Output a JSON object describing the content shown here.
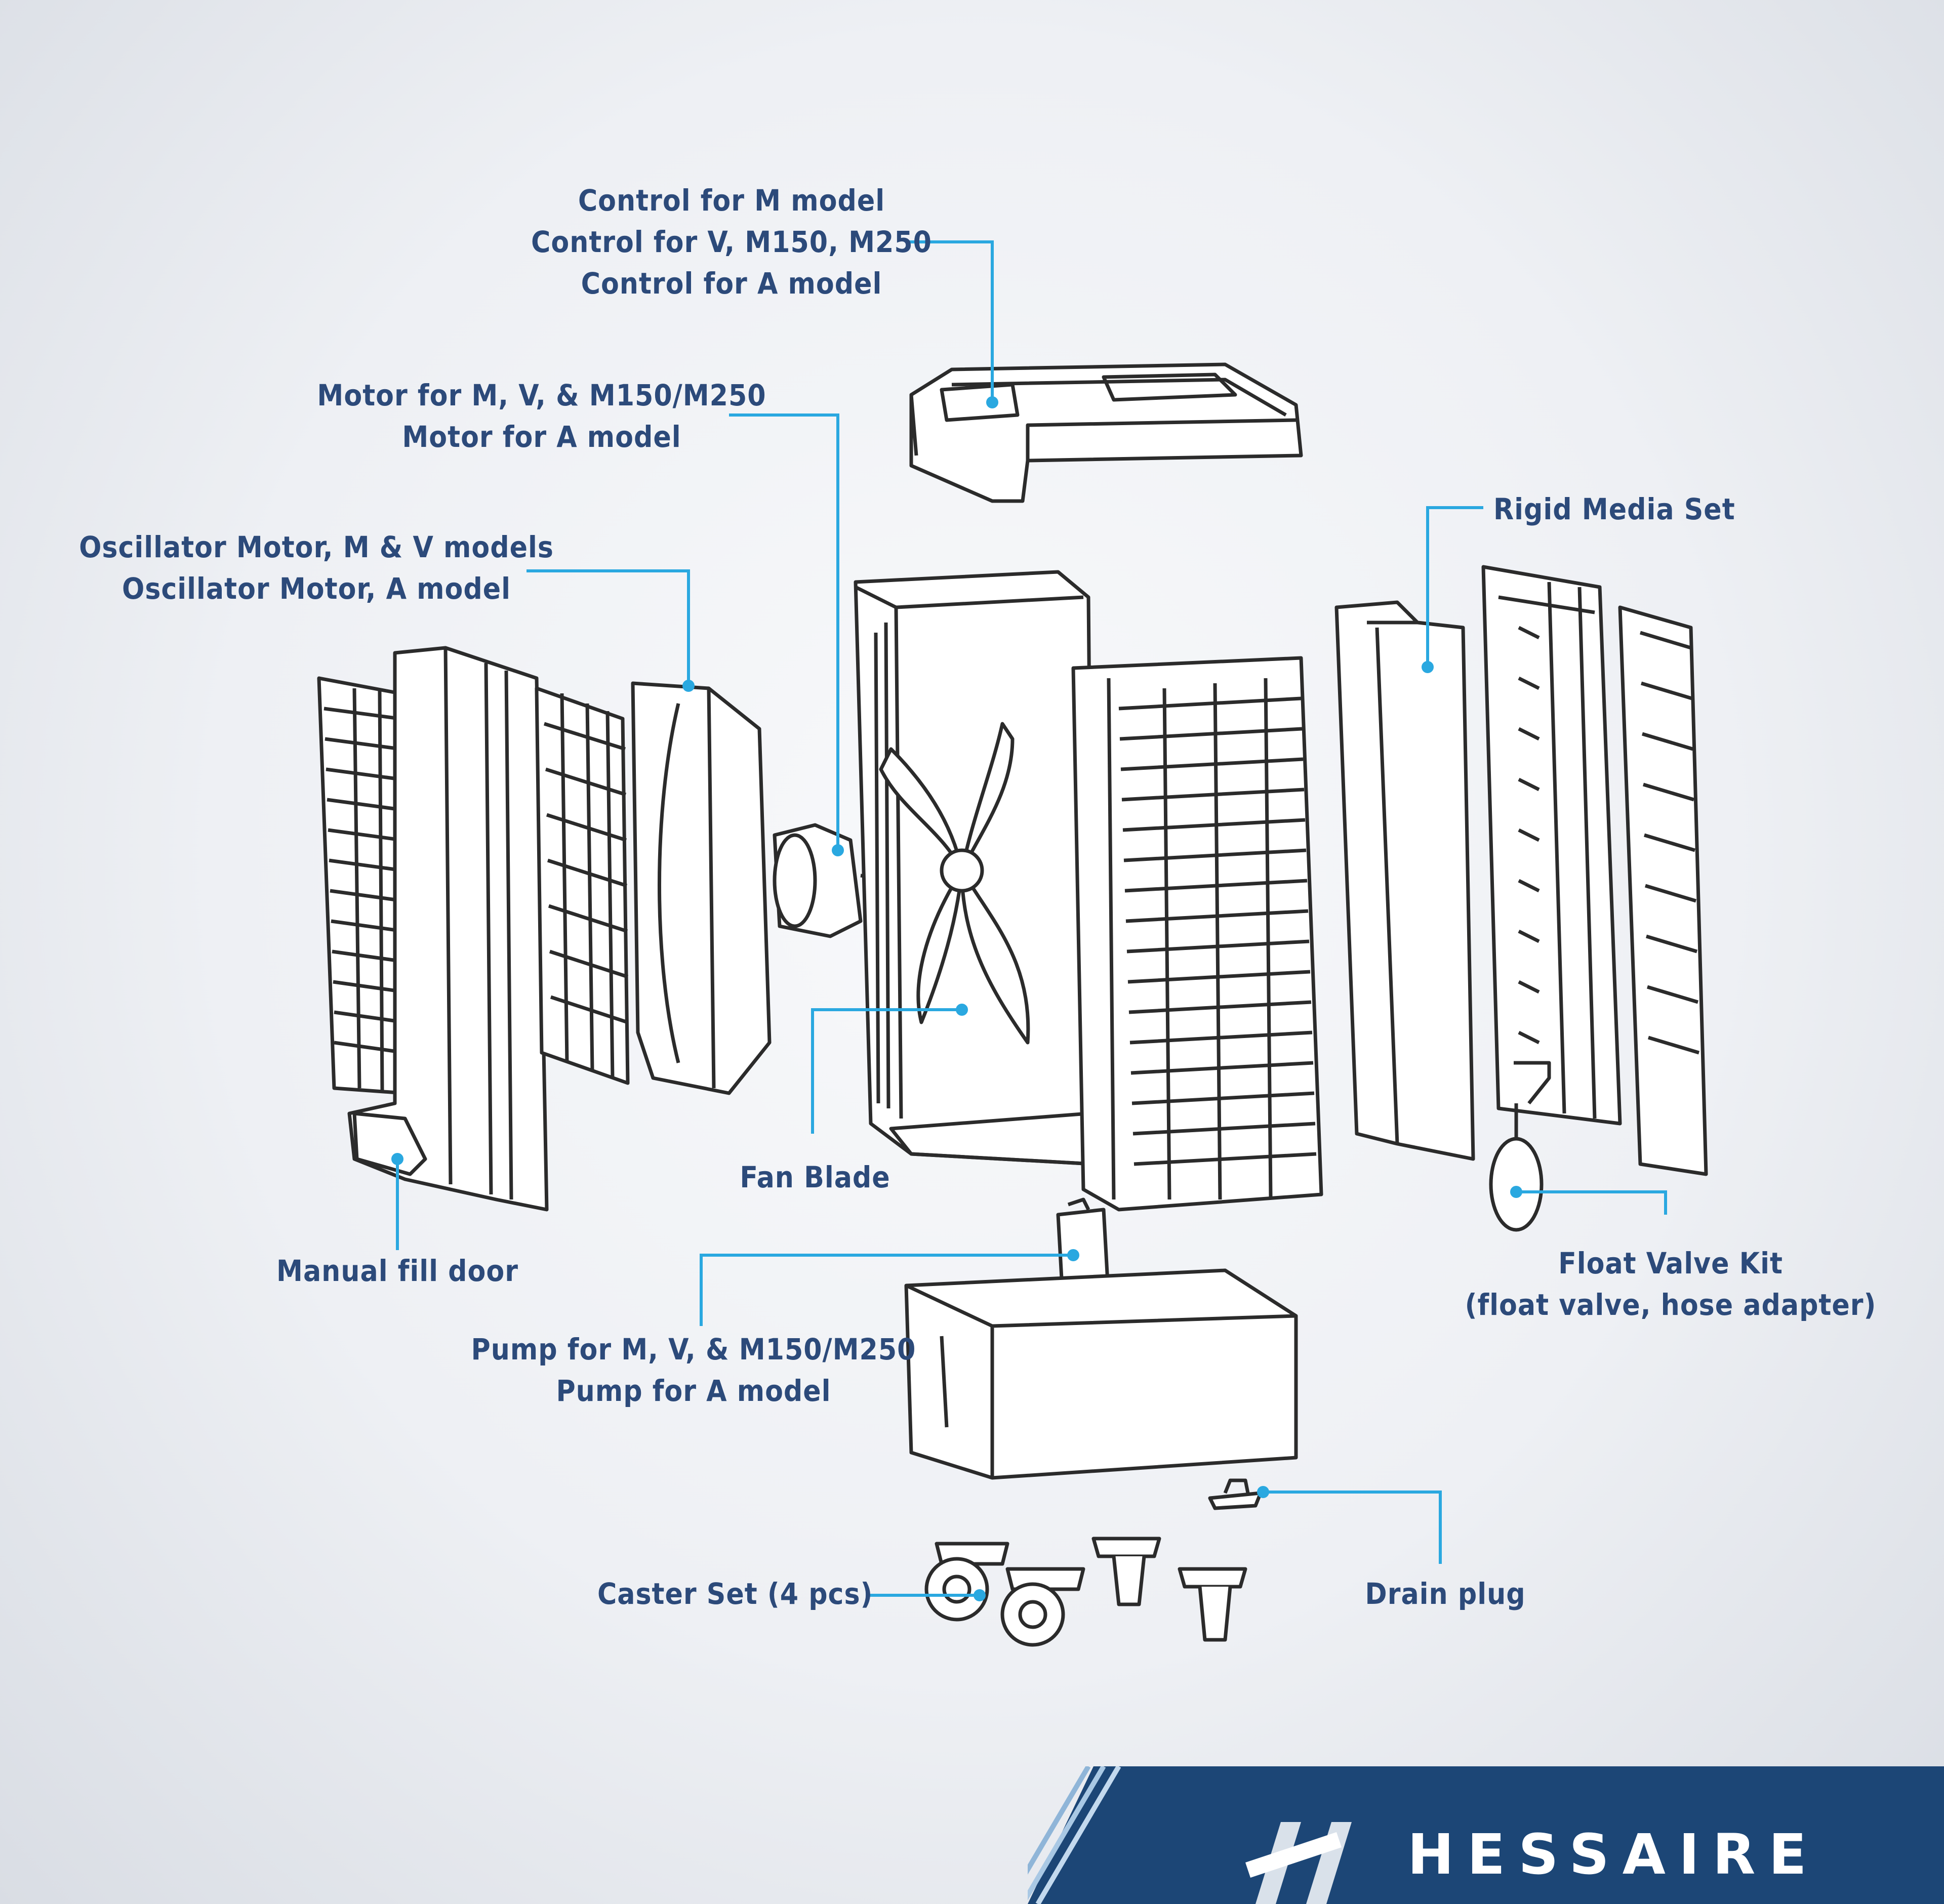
{
  "colors": {
    "label": "#2c4a7a",
    "leader": "#2aa8e0",
    "line_art": "#2b2b2b",
    "brand_bg": "#1c4676",
    "brand_text": "#ffffff"
  },
  "callouts": {
    "control": [
      "Control for M model",
      "Control for V, M150, M250",
      "Control for A model"
    ],
    "motor": [
      "Motor for M, V, & M150/M250",
      "Motor for A model"
    ],
    "oscillator": [
      "Oscillator Motor, M & V models",
      "Oscillator Motor, A model"
    ],
    "rigid_media": [
      "Rigid Media Set"
    ],
    "fan_blade": [
      "Fan Blade"
    ],
    "manual_fill": [
      "Manual fill door"
    ],
    "float_valve": [
      "Float Valve Kit",
      "(float valve, hose adapter)"
    ],
    "pump": [
      "Pump for M, V, & M150/M250",
      "Pump for A model"
    ],
    "caster": [
      "Caster Set (4 pcs)"
    ],
    "drain": [
      "Drain plug"
    ]
  },
  "brand": {
    "name": "HESSAIRE",
    "logo_icon": "hessaire-h-logo-icon"
  }
}
